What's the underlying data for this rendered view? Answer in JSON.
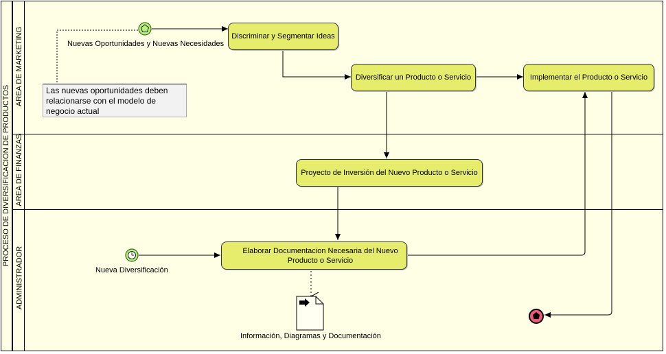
{
  "pool": {
    "label": "PROCESO DE DIVERSIFICACION DE PRODUCTOS"
  },
  "lanes": [
    {
      "label": "AREA DE MARKETING"
    },
    {
      "label": "AREA DE FINANZAS"
    },
    {
      "label": "ADMINISTRADOR"
    }
  ],
  "tasks": {
    "discriminar": "Discriminar y Segmentar Ideas",
    "diversificar": "Diversificar un Producto o Servicio",
    "implementar": "Implementar el Producto o Servicio",
    "proyecto": "Proyecto de Inversión del Nuevo Producto o Servicio",
    "elaborar": "Elaborar Documentacion Necesaria del Nuevo Producto o Servicio"
  },
  "events": {
    "start_signal_label": "Nuevas Oportunidades y Nuevas Necesidades",
    "start_timer_label": "Nueva Diversificación"
  },
  "annotation": "Las nuevas oportunidades deben relacionarse con el modelo de negocio actual",
  "artifact": {
    "label": "Información, Diagramas y Documentación"
  },
  "colors": {
    "task_fill": "#e6ec6c",
    "pool_fill": "#ffffe6",
    "start_event_fill": "#b7f07a",
    "end_event_fill": "#f05a7a"
  }
}
